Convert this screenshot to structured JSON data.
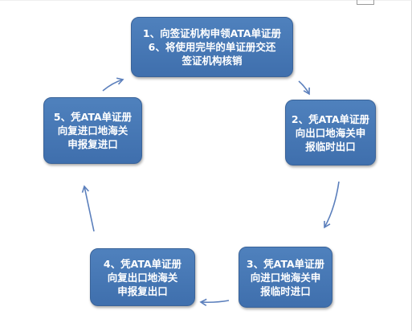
{
  "steps": [
    {
      "id": "1",
      "lines": [
        "1、向签证机构申领ATA单证册",
        "6、将使用完毕的单证册交还",
        "签证机构核销"
      ]
    },
    {
      "id": "2",
      "lines": [
        "2、凭ATA单证册",
        "向出口地海关申",
        "报临时出口"
      ]
    },
    {
      "id": "3",
      "lines": [
        "3、凭ATA单证册",
        "向进口地海关申",
        "报临时进口"
      ]
    },
    {
      "id": "4",
      "lines": [
        "4、凭ATA单证册",
        "向复出口地海关",
        "申报复出口"
      ]
    },
    {
      "id": "5",
      "lines": [
        "5、凭ATA单证册",
        "向复进口地海关",
        "申报复进口"
      ]
    }
  ],
  "colors": {
    "box_fill": "#4f81bd",
    "box_border": "#3a6399",
    "box_text": "#ffffff",
    "arrow": "#5b7fbc"
  },
  "icons": {
    "arrow": "curved-arrow-icon"
  }
}
